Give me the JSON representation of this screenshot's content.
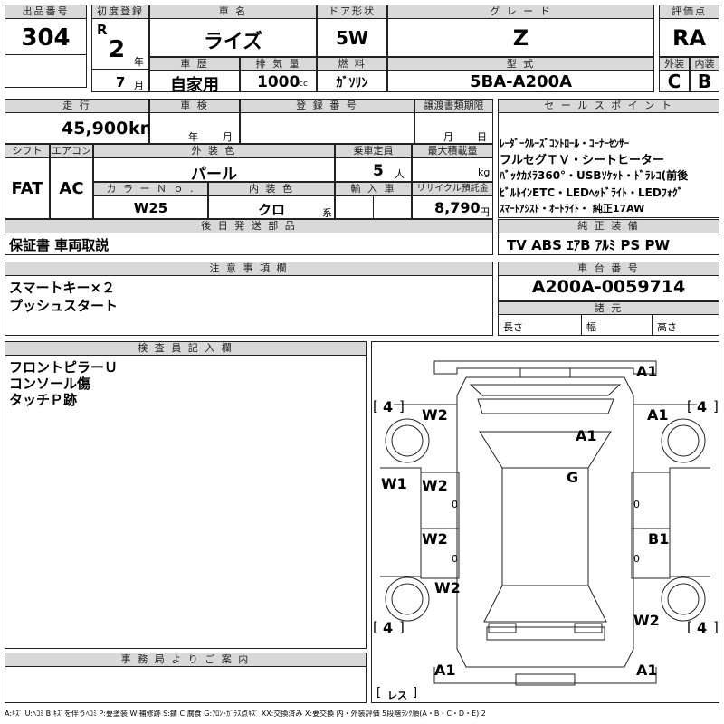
{
  "header": {
    "lot_label": "出品番号",
    "lot_value": "304",
    "first_reg_label": "初度登録",
    "era": "R",
    "year": "2",
    "year_unit": "年",
    "month": "7",
    "month_unit": "月",
    "car_name_label": "車 名",
    "car_name": "ライズ",
    "door_label": "ドア形状",
    "door": "5W",
    "grade_label": "グ レ ー ド",
    "grade": "Z",
    "score_label": "評価点",
    "score": "RA",
    "history_label": "車 歴",
    "history": "自家用",
    "displacement_label": "排 気 量",
    "displacement": "1000",
    "displacement_unit": "cc",
    "fuel_label": "燃 料",
    "fuel": "ｶﾞｿﾘﾝ",
    "model_label": "型 式",
    "model": "5BA-A200A",
    "exterior_label": "外装",
    "exterior": "C",
    "interior_label": "内装",
    "interior": "B"
  },
  "row2": {
    "mileage_label": "走 行",
    "mileage": "45,900",
    "mileage_unit": "km",
    "inspection_label": "車 検",
    "ins_year": "年",
    "ins_month": "月",
    "reg_no_label": "登 録 番 号",
    "transfer_label": "譲渡書類期限",
    "tr_month": "月",
    "tr_day": "日",
    "sales_label": "セ ー ル ス ポ イ ン ト",
    "sales_lines": [
      "ﾚｰﾀﾞｰｸﾙｰｽﾞｺﾝﾄﾛｰﾙ・ｺｰﾅｰｾﾝｻｰ",
      "フルセグＴＶ・シートヒーター",
      "ﾊﾞｯｸｶﾒﾗ360°・USBｿｹｯﾄ・ﾄﾞﾗﾚｺ(前後",
      "ﾋﾞﾙﾄｲﾝETC・LEDﾍｯﾄﾞﾗｲﾄ・LEDﾌｫｸﾞ",
      "ｽﾏｰﾄｱｼｽﾄ・ｵｰﾄﾗｲﾄ・ 純正17AW"
    ]
  },
  "row3": {
    "shift_label": "シフト",
    "shift": "FAT",
    "ac_label": "エアコン",
    "ac": "AC",
    "color_label": "外 装 色",
    "color": "パール",
    "capacity_label": "乗車定員",
    "capacity": "5",
    "capacity_unit": "人",
    "load_label": "最大積載量",
    "load_unit": "kg",
    "color_no_label": "カ ラ ー Ｎ ｏ .",
    "color_no": "W25",
    "int_color_label": "内 装 色",
    "int_color": "クロ",
    "int_color_suffix": "系",
    "import_label": "輸 入 車",
    "recycle_label": "リサイクル預託金",
    "recycle": "8,790",
    "recycle_unit": "円",
    "later_label": "後 日 発 送 部 品",
    "later": "保証書 車両取説",
    "genuine_label": "純 正 装 備",
    "genuine": "TV ABS ｴｱB ｱﾙﾐ PS PW"
  },
  "notes": {
    "label": "注 意 事 項 欄",
    "lines": [
      "スマートキー×２",
      "プッシュスタート"
    ],
    "chassis_label": "車 台 番 号",
    "chassis": "A200A-0059714",
    "spec_label": "諸 元",
    "length": "長さ",
    "width": "幅",
    "height": "高さ"
  },
  "inspector": {
    "label": "検 査 員 記 入 欄",
    "lines": [
      "フロントピラーＵ",
      "コンソール傷",
      "タッチＰ跡"
    ]
  },
  "office": {
    "label": "事 務 局 よ り ご 案 内"
  },
  "diagram": {
    "marks": {
      "a1_front": "A1",
      "w2_fl": "W2",
      "a1_fr": "A1",
      "a1_hood": "A1",
      "g_glass": "G",
      "w1_left": "W1",
      "w2_door_l1": "W2",
      "w2_door_l2": "W2",
      "b1_door_r2": "B1",
      "w2_rear_l": "W2",
      "w2_rear_r": "W2",
      "a1_rear_l": "A1",
      "a1_rear_r": "A1"
    },
    "tire_tl": "4",
    "tire_tr": "4",
    "tire_bl": "4",
    "tire_br": "4",
    "bracket_l": "[",
    "bracket_r": "]",
    "zero": "0",
    "res_label": "レス"
  },
  "legend": "A:ｷｽﾞ U:ﾍｺﾐ B:ｷｽﾞを伴うﾍｺﾐ P:要塗装 W:補修跡 S:錆 C:腐食 G:ﾌﾛﾝﾄｶﾞﾗｽ点ｷｽﾞ XX:交換済み X:要交換 内・外装評価 5段階ﾗﾝｸ順(A・B・C・D・E) 2"
}
